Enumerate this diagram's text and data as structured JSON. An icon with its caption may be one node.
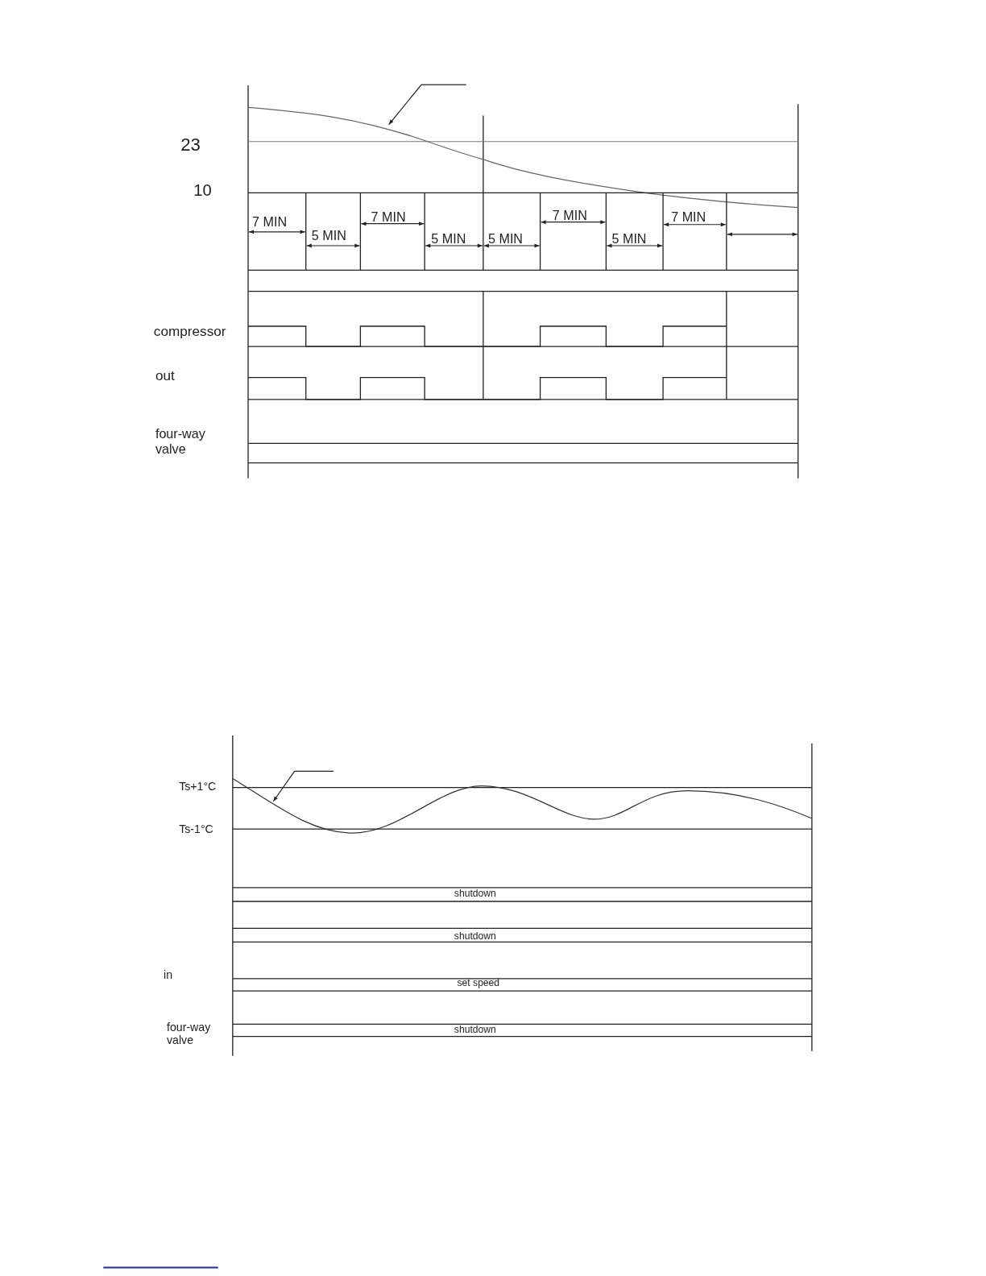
{
  "diagram": {
    "labels": [
      "23",
      "10",
      "7 MIN",
      "5 MIN",
      "7 MIN",
      "5 MIN",
      "5 MIN",
      "7 MIN",
      "5 MIN",
      "7 MIN",
      "compressor",
      "out",
      "four-way valve",
      "Ts+1°C",
      "Ts-1°C",
      "shutdown",
      "shutdown",
      "in",
      "set speed",
      "four-way valve",
      "shutdown"
    ]
  }
}
